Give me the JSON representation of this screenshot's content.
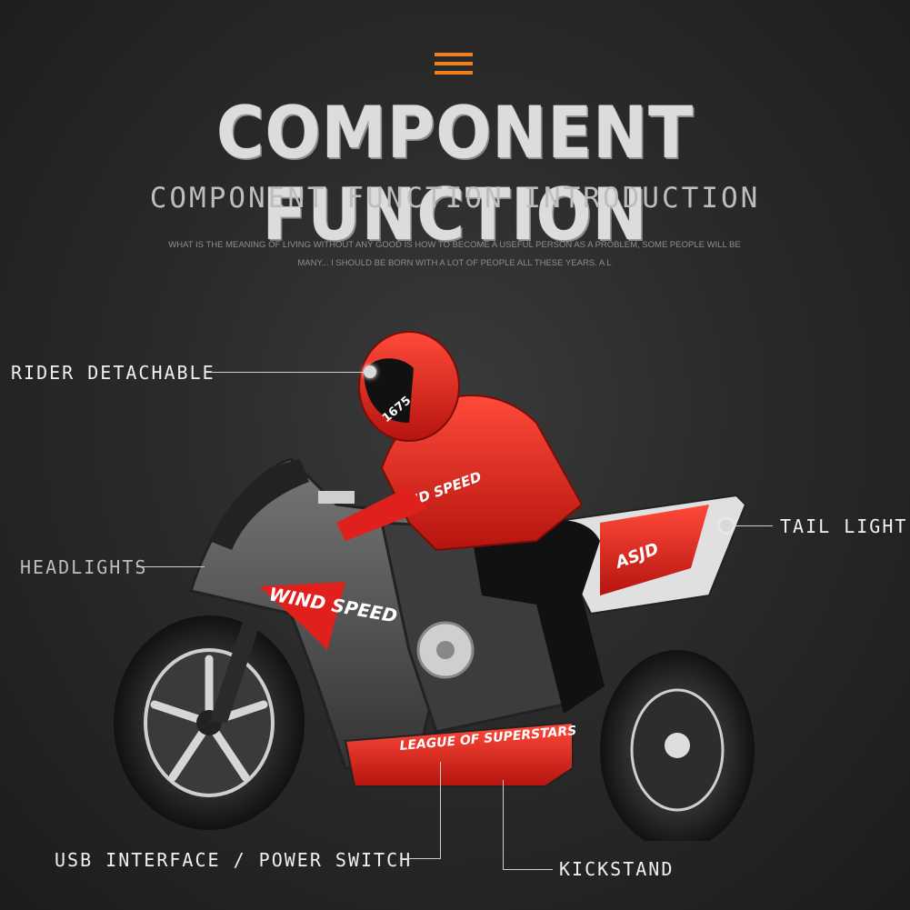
{
  "header": {
    "title": "COMPONENT FUNCTION",
    "subtitle": "COMPONENT FUNCTION INTRODUCTION",
    "blurb_line1": "WHAT IS THE MEANING OF LIVING WITHOUT ANY GOOD IS HOW TO BECOME A USEFUL PERSON AS A PROBLEM, SOME PEOPLE WILL BE",
    "blurb_line2": "MANY... I SHOULD BE BORN WITH A LOT OF PEOPLE ALL THESE YEARS. A L"
  },
  "labels": {
    "rider": "RIDER DETACHABLE",
    "headlights": "HEADLIGHTS",
    "tail_light": "TAIL LIGHT",
    "usb": "USB INTERFACE / POWER SWITCH",
    "kickstand": "KICKSTAND"
  },
  "bike_text": {
    "rider_number": "1675",
    "jacket": "WIND SPEED",
    "fairing": "WIND SPEED",
    "tail": "ASJD",
    "skirt": "LEAGUE OF SUPERSTARS"
  },
  "colors": {
    "accent": "#f07f1e",
    "bike_red": "#e0201c",
    "bike_grey": "#4a4a4a"
  },
  "icons": {
    "menu": "menu-icon"
  }
}
